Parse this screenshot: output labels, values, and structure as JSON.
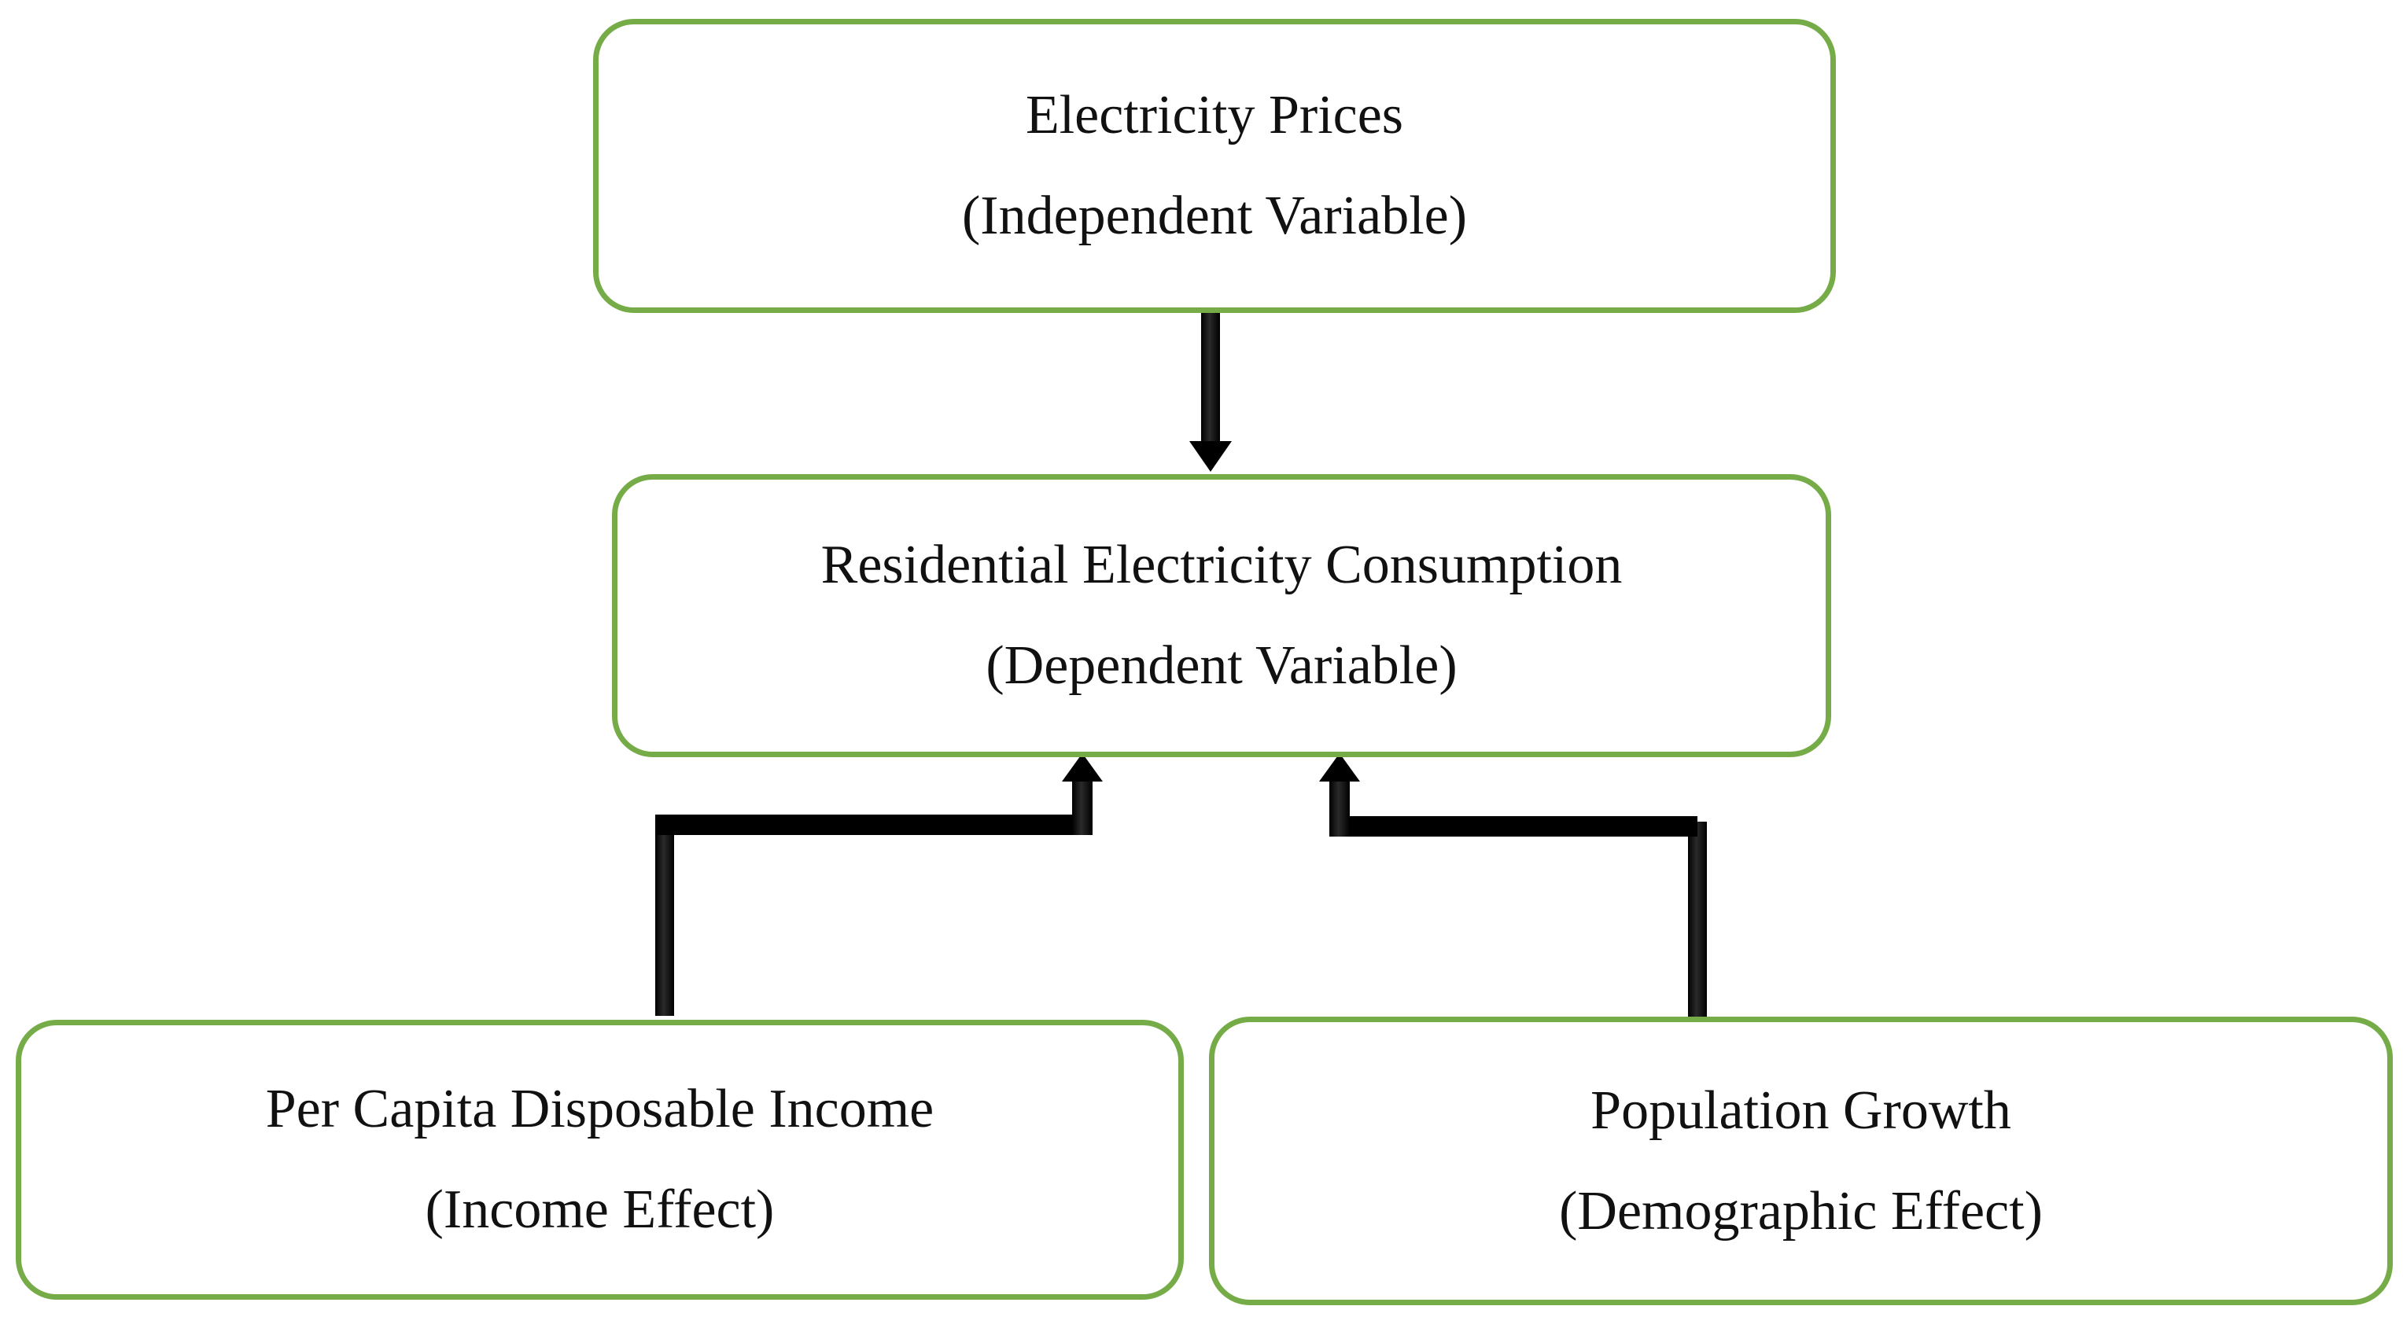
{
  "diagram": {
    "nodes": {
      "electricity_prices": {
        "title": "Electricity Prices",
        "subtitle": "(Independent Variable)"
      },
      "residential_consumption": {
        "title": "Residential Electricity Consumption",
        "subtitle": "(Dependent Variable)"
      },
      "disposable_income": {
        "title": "Per Capita Disposable Income",
        "subtitle": "(Income Effect)"
      },
      "population_growth": {
        "title": "Population Growth",
        "subtitle": "(Demographic Effect)"
      }
    },
    "edges": [
      {
        "from": "electricity_prices",
        "to": "residential_consumption"
      },
      {
        "from": "disposable_income",
        "to": "residential_consumption"
      },
      {
        "from": "population_growth",
        "to": "residential_consumption"
      }
    ],
    "colors": {
      "box_border": "#76ac47",
      "arrow": "#000000",
      "text": "#111111",
      "background": "#ffffff"
    }
  }
}
